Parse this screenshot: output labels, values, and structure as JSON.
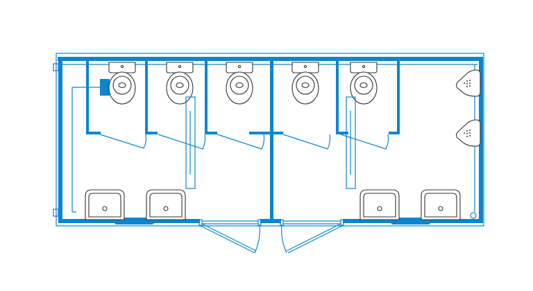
{
  "plan": {
    "colors": {
      "wall": "#0a86cf",
      "fixture": "#333333",
      "background": "#ffffff"
    },
    "counts": {
      "toilets": 5,
      "sinks": 4,
      "urinals": 2,
      "entrance_doors": 2
    }
  }
}
